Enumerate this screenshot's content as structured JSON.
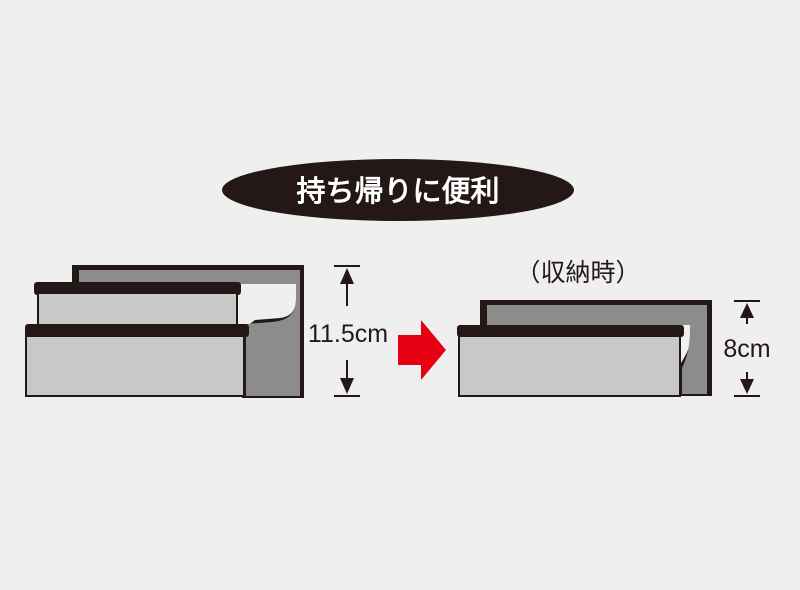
{
  "title": "持ち帰りに便利",
  "stored_label": "（収納時）",
  "height_before": "11.5cm",
  "height_after": "8cm",
  "colors": {
    "background": "#efefef",
    "outline": "#231815",
    "dark_gray": "#8c8c8c",
    "light_gray": "#c8c8c8",
    "arrow_red": "#e60012",
    "pill_text": "#ffffff"
  }
}
